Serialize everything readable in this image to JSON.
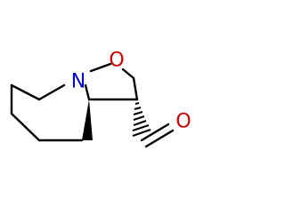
{
  "molecule": {
    "atoms": {
      "n_label": "N",
      "o_ring_label": "O",
      "o_aldehyde_label": "O"
    },
    "colors": {
      "bond": "#000000",
      "nitrogen": "#0000cc",
      "oxygen": "#cc0000",
      "background": "#ffffff"
    },
    "stereo": {
      "c3a_bond": "wedge",
      "c3_bond": "hashed-wedge"
    }
  }
}
